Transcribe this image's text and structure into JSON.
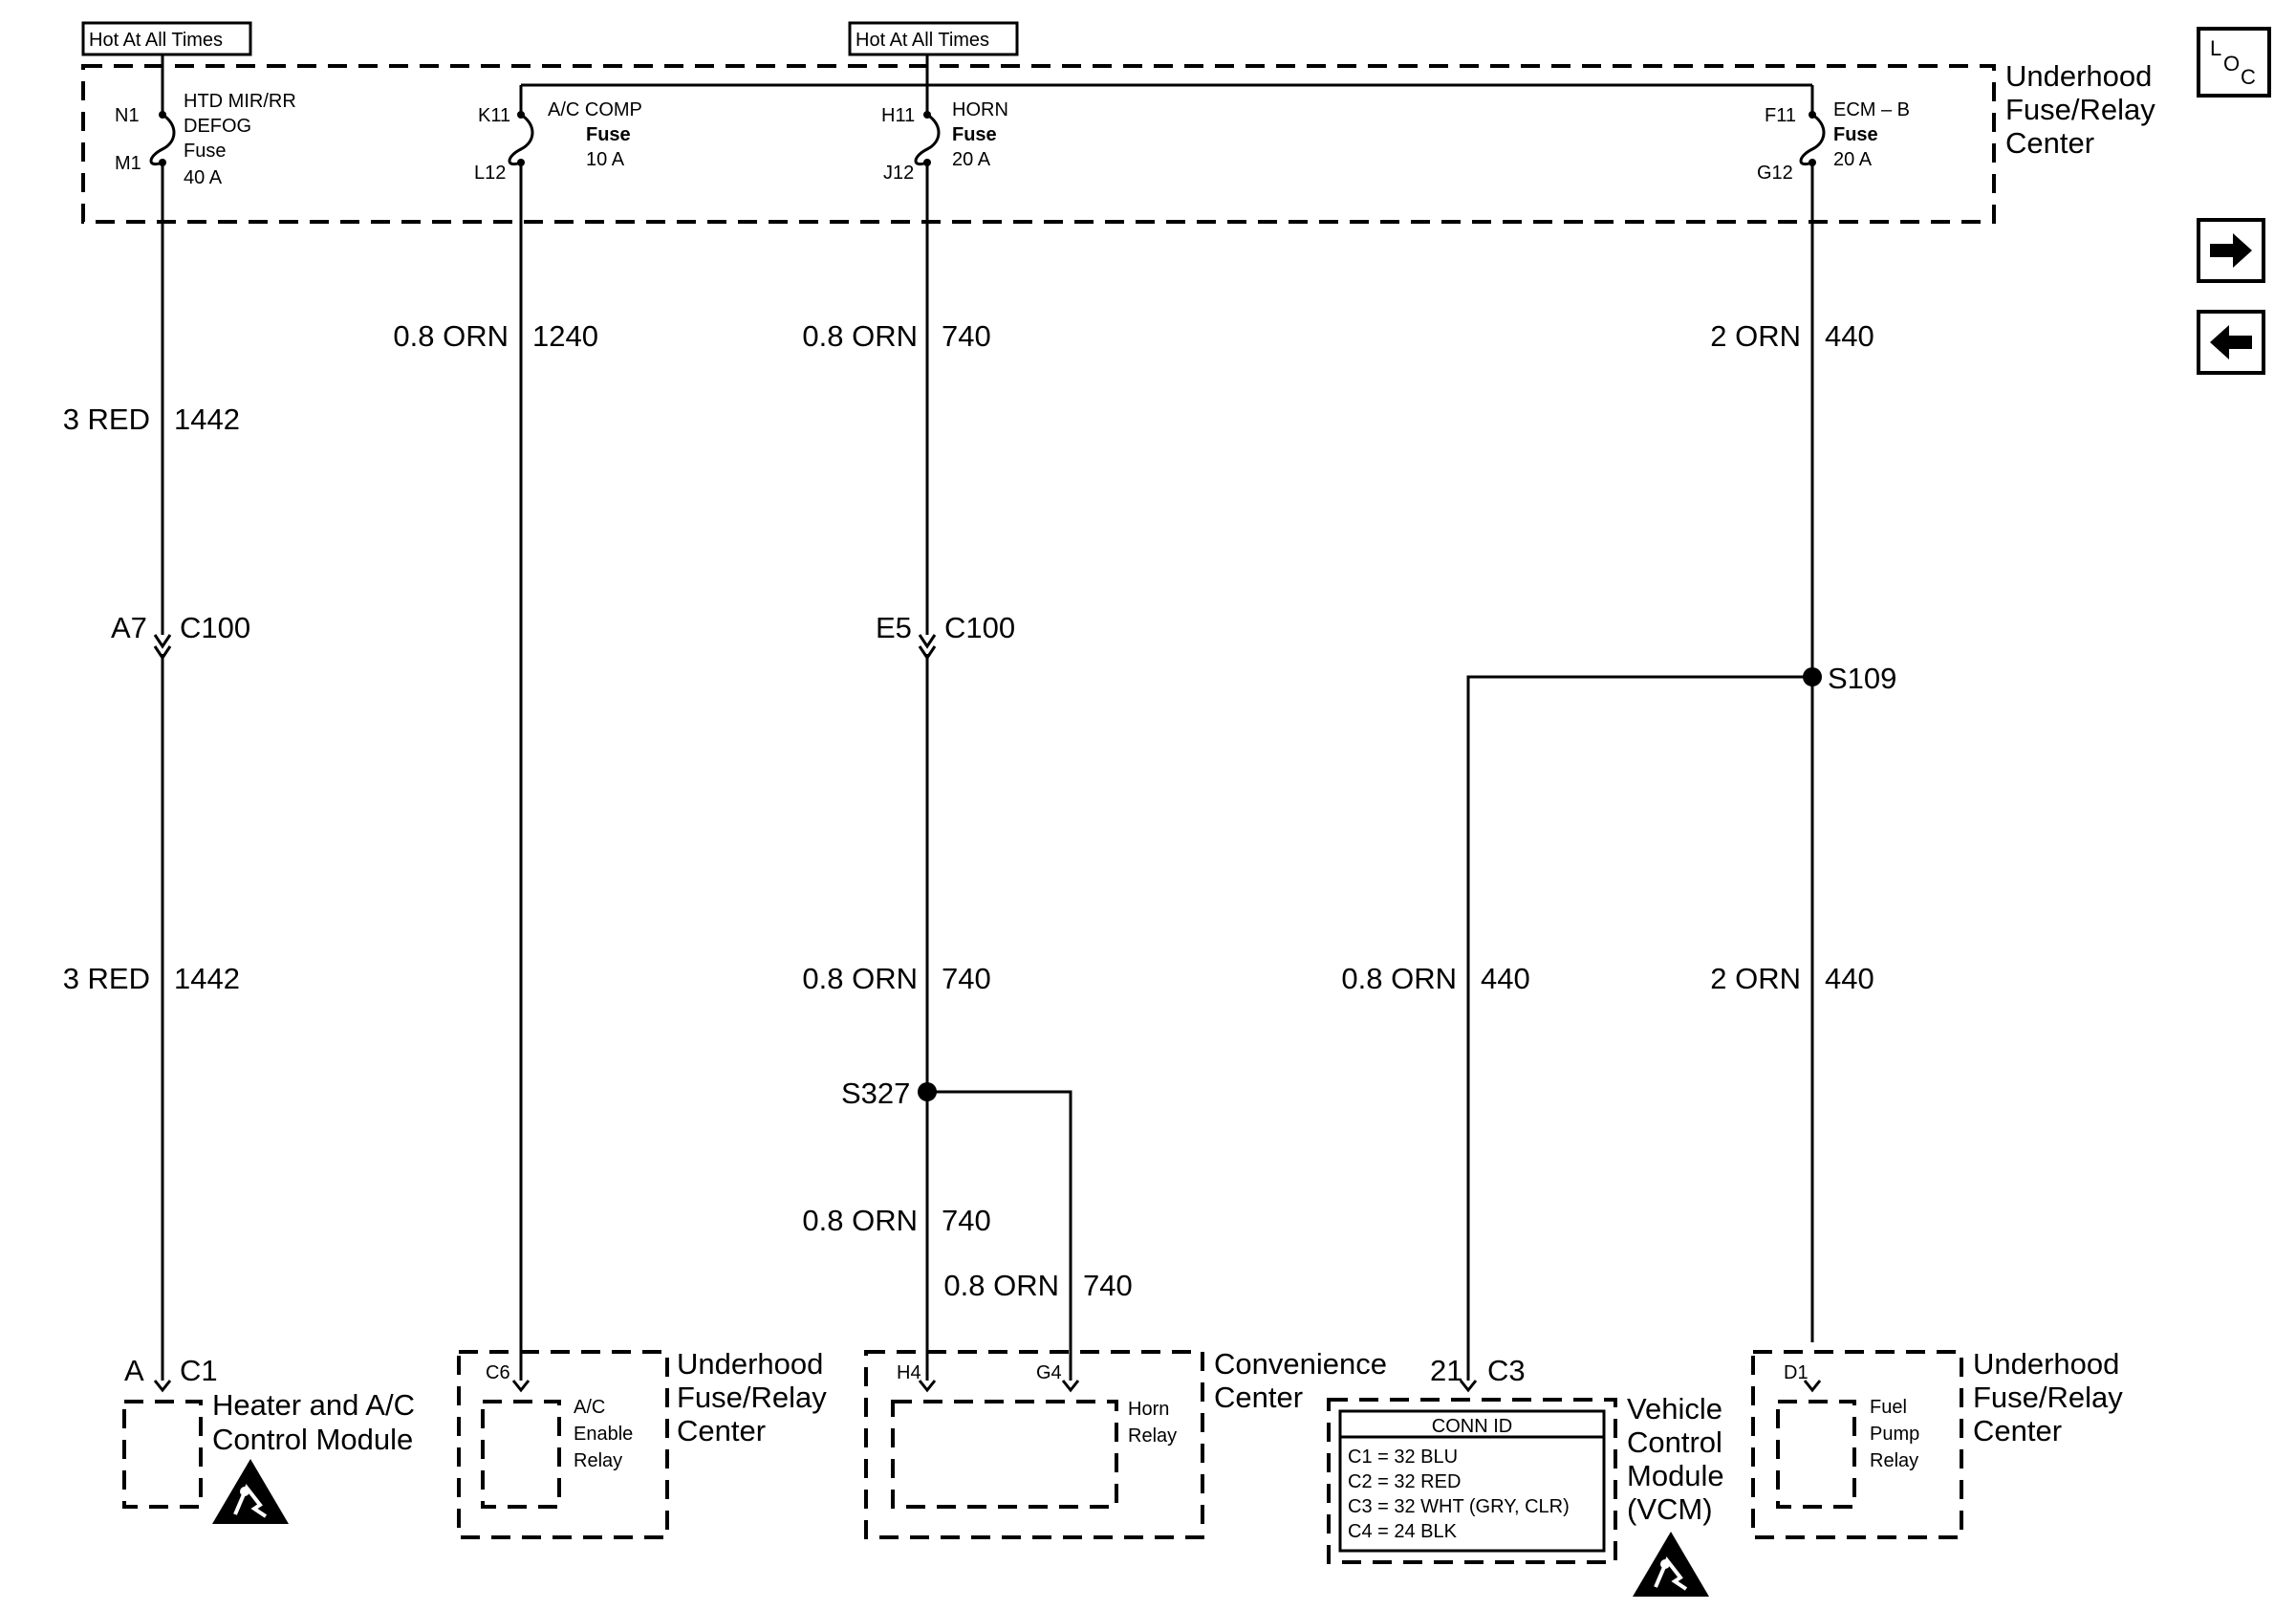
{
  "power_tags": {
    "left": "Hot At All Times",
    "center": "Hot At All Times"
  },
  "fuse_block": {
    "name_line1": "Underhood",
    "name_line2": "Fuse/Relay",
    "name_line3": "Center"
  },
  "fuses": [
    {
      "pin_top": "N1",
      "pin_bottom": "M1",
      "name_line1": "HTD MIR/RR",
      "name_line2": "DEFOG",
      "type": "Fuse",
      "rating": "40 A"
    },
    {
      "pin_top": "K11",
      "pin_bottom": "L12",
      "name_line1": "A/C COMP",
      "type": "Fuse",
      "rating": "10 A"
    },
    {
      "pin_top": "H11",
      "pin_bottom": "J12",
      "name_line1": "HORN",
      "type": "Fuse",
      "rating": "20 A"
    },
    {
      "pin_top": "F11",
      "pin_bottom": "G12",
      "name_line1": "ECM – B",
      "type": "Fuse",
      "rating": "20 A"
    }
  ],
  "wires": {
    "w1442_a": {
      "size_color": "3 RED",
      "circuit": "1442"
    },
    "w1442_b": {
      "size_color": "3 RED",
      "circuit": "1442"
    },
    "w1240": {
      "size_color": "0.8 ORN",
      "circuit": "1240"
    },
    "w740_a": {
      "size_color": "0.8 ORN",
      "circuit": "740"
    },
    "w740_b": {
      "size_color": "0.8 ORN",
      "circuit": "740"
    },
    "w740_c": {
      "size_color": "0.8 ORN",
      "circuit": "740"
    },
    "w740_d": {
      "size_color": "0.8 ORN",
      "circuit": "740"
    },
    "w440_a": {
      "size_color": "2 ORN",
      "circuit": "440"
    },
    "w440_b": {
      "size_color": "2 ORN",
      "circuit": "440"
    },
    "w440_c": {
      "size_color": "0.8 ORN",
      "circuit": "440"
    }
  },
  "inline_connectors": [
    {
      "pin": "A7",
      "connector": "C100"
    },
    {
      "pin": "E5",
      "connector": "C100"
    }
  ],
  "splices": {
    "s109": "S109",
    "s327": "S327"
  },
  "components": {
    "heater": {
      "pin": "A",
      "connector": "C1",
      "line1": "Heater and A/C",
      "line2": "Control Module"
    },
    "ac_relay": {
      "pin": "C6",
      "line1": "A/C",
      "line2": "Enable",
      "line3": "Relay",
      "block_line1": "Underhood",
      "block_line2": "Fuse/Relay",
      "block_line3": "Center"
    },
    "horn_relay": {
      "pin1": "H4",
      "pin2": "G4",
      "line1": "Horn",
      "line2": "Relay",
      "block_line1": "Convenience",
      "block_line2": "Center"
    },
    "vcm": {
      "pin": "21",
      "connector": "C3",
      "line1": "Vehicle",
      "line2": "Control",
      "line3": "Module",
      "line4": "(VCM)",
      "conn_id_title": "CONN ID",
      "conn_ids": [
        "C1 = 32 BLU",
        "C2 = 32 RED",
        "C3 = 32 WHT (GRY, CLR)",
        "C4 = 24 BLK"
      ]
    },
    "fuel_pump_relay": {
      "pin": "D1",
      "line1": "Fuel",
      "line2": "Pump",
      "line3": "Relay",
      "block_line1": "Underhood",
      "block_line2": "Fuse/Relay",
      "block_line3": "Center"
    }
  },
  "nav": {
    "loc": {
      "l": "L",
      "o": "O",
      "c": "C"
    },
    "next_icon": "arrow-right-icon",
    "prev_icon": "arrow-left-icon"
  },
  "icons": {
    "esd": "esd-warning-icon"
  }
}
